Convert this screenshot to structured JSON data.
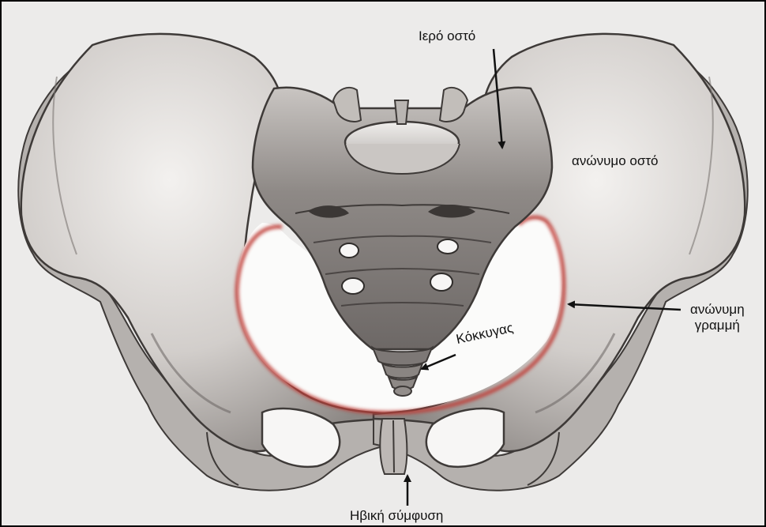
{
  "labels": {
    "sacrum": "Ιερό οστό",
    "innominate_bone": "ανώνυμο οστό",
    "innominate_line_1": "ανώνυμη",
    "innominate_line_2": "γραμμή",
    "coccyx": "Κόκκυγας",
    "pubic_symphysis": "Ηβική σύμφυση"
  },
  "colors": {
    "background": "#ecebea",
    "bone_light": "#dcd9d6",
    "bone_shade": "#8c8784",
    "bone_dark": "#4e4a48",
    "pelvic_brim": "#c0403a",
    "arrow": "#111111"
  }
}
